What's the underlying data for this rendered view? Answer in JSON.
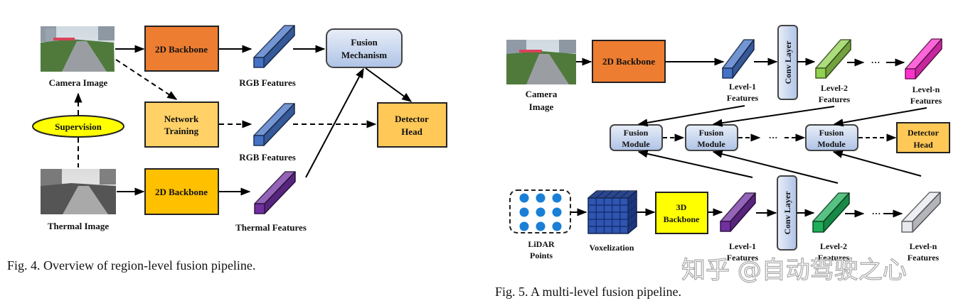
{
  "fig4": {
    "caption": "Fig. 4.  Overview of region-level fusion pipeline.",
    "camera_image_label": "Camera Image",
    "thermal_image_label": "Thermal Image",
    "supervision_label": "Supervision",
    "backbone_top_label": "2D Backbone",
    "backbone_bottom_label": "2D Backbone",
    "network_training_line1": "Network",
    "network_training_line2": "Training",
    "rgb_features_top_label": "RGB Features",
    "rgb_features_mid_label": "RGB Features",
    "thermal_features_label": "Thermal Features",
    "fusion_mechanism_line1": "Fusion",
    "fusion_mechanism_line2": "Mechanism",
    "detector_head_line1": "Detector",
    "detector_head_line2": "Head"
  },
  "fig5": {
    "caption": "Fig. 5.  A multi-level fusion pipeline.",
    "camera_image_line1": "Camera",
    "camera_image_line2": "Image",
    "backbone_2d_label": "2D Backbone",
    "conv_layer_top": "Conv Layer",
    "conv_layer_bottom": "Conv Layer",
    "level1_top_line1": "Level-1",
    "level1_top_line2": "Features",
    "level2_top_line1": "Level-2",
    "level2_top_line2": "Features",
    "leveln_top_line1": "Level-n",
    "leveln_top_line2": "Features",
    "fusion_module_line1": "Fusion",
    "fusion_module_line2": "Module",
    "ellipsis": "···",
    "detector_head_line1": "Detector",
    "detector_head_line2": "Head",
    "lidar_line1": "LiDAR",
    "lidar_line2": "Points",
    "voxelization_label": "Voxelization",
    "backbone_3d_line1": "3D",
    "backbone_3d_line2": "Backbone",
    "level1_bottom_line1": "Level-1",
    "level1_bottom_line2": "Features",
    "level2_bottom_line1": "Level-2",
    "level2_bottom_line2": "Features",
    "leveln_bottom_line1": "Level-n",
    "leveln_bottom_line2": "Features"
  },
  "watermark": "知乎 @自动驾驶之心",
  "colors": {
    "orange_backbone": "#ED7D31",
    "amber_backbone": "#FFC000",
    "light_orange": "#FFD166",
    "detector": "#FFC857",
    "supervision": "#FFFF00",
    "backbone_3d": "#FFFF00",
    "rgb_feature": "#4472C4",
    "thermal_feature": "#7030A0",
    "level2_green_top": "#92D050",
    "leveln_magenta": "#FF33CC",
    "level2_green_bottom": "#1FAF5A",
    "leveln_gray": "#E6E8EE",
    "fusion_box": "#C9D6EE"
  }
}
